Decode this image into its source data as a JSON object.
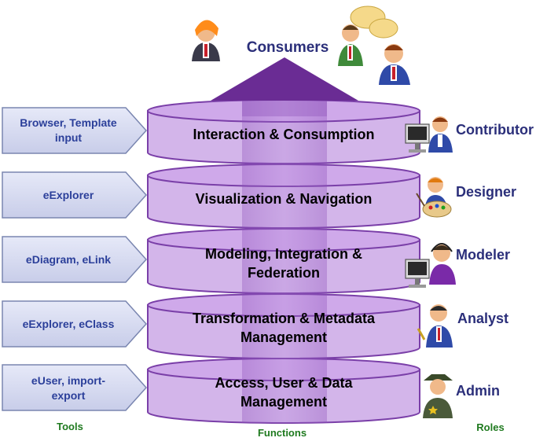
{
  "consumers_label": "Consumers",
  "layers": [
    {
      "lines": [
        "Interaction & Consumption"
      ]
    },
    {
      "lines": [
        "Visualization & Navigation"
      ]
    },
    {
      "lines": [
        "Modeling, Integration &",
        "Federation"
      ]
    },
    {
      "lines": [
        "Transformation & Metadata",
        "Management"
      ]
    },
    {
      "lines": [
        "Access, User & Data",
        "Management"
      ]
    }
  ],
  "tools": [
    {
      "lines": [
        "Browser, Template",
        "input"
      ]
    },
    {
      "lines": [
        "eExplorer"
      ]
    },
    {
      "lines": [
        "eDiagram, eLink"
      ]
    },
    {
      "lines": [
        "eExplorer, eClass"
      ]
    },
    {
      "lines": [
        "eUser, import-",
        "export"
      ]
    }
  ],
  "roles": [
    {
      "label": "Contributor",
      "icon": "contributor-at-computer-icon"
    },
    {
      "label": "Designer",
      "icon": "designer-with-palette-icon"
    },
    {
      "label": "Modeler",
      "icon": "modeler-with-headset-icon"
    },
    {
      "label": "Analyst",
      "icon": "analyst-with-pen-icon"
    },
    {
      "label": "Admin",
      "icon": "admin-officer-icon"
    }
  ],
  "footer": {
    "tools": "Tools",
    "functions": "Functions",
    "roles": "Roles"
  },
  "colors": {
    "cylinder_fill": "#d3b5ea",
    "cylinder_stroke": "#7a3fa8",
    "arrow": "#6a2c94",
    "tool_box_fill": "#d8dcf2",
    "tool_box_stroke": "#7a86b0",
    "tool_text": "#2b3f9a",
    "role_text": "#2b2f7a",
    "footer_text": "#1f7a1f"
  }
}
